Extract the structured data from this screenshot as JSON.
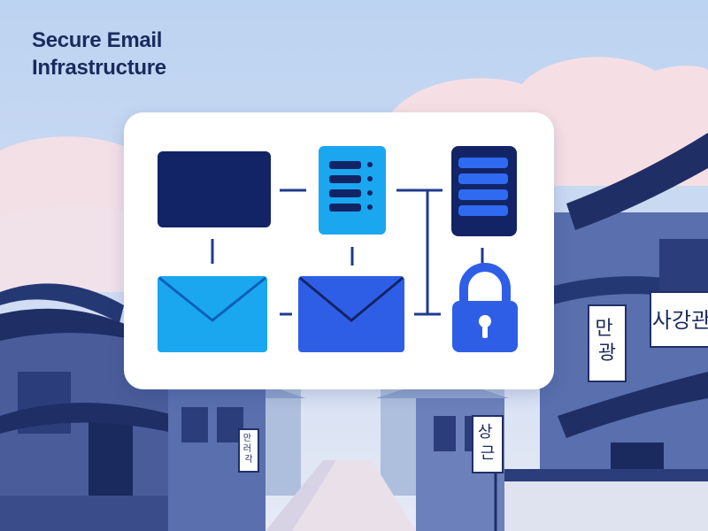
{
  "header": {
    "title_line1": "Secure Email",
    "title_line2": "Infrastructure"
  },
  "signs": {
    "left_sign": "만\n광",
    "right_sign": "사강관",
    "mid_sign": "상\n근",
    "small_sign": "만\n러\n각"
  },
  "diagram": {
    "nodes": [
      "monitor",
      "server-list",
      "server-stack",
      "envelope",
      "envelope",
      "padlock"
    ]
  },
  "colors": {
    "navy": "#132466",
    "light_blue": "#1aa7f0",
    "royal_blue": "#2f5ee6",
    "sky": "#c7d9f2",
    "pink_cloud": "#f7dde2"
  }
}
